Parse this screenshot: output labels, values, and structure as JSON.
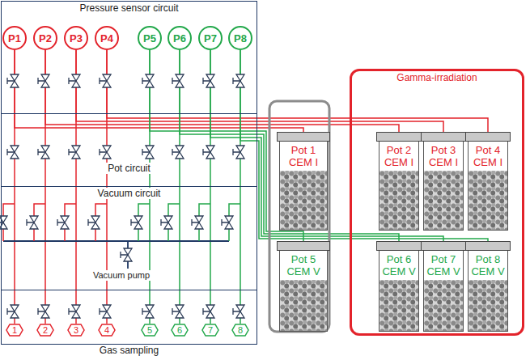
{
  "diagram": {
    "nodes": [
      {
        "text": [
          "Pressure sensor circuit"
        ]
      },
      {
        "text": [
          "P1"
        ],
        "in": 0
      },
      {
        "text": [
          "P2"
        ],
        "in": 0
      },
      {
        "text": [
          "P3"
        ],
        "in": 0
      },
      {
        "text": [
          "P4"
        ],
        "in": 0
      },
      {
        "text": [
          "P5"
        ],
        "in": 0
      },
      {
        "text": [
          "P6"
        ],
        "in": 0
      },
      {
        "text": [
          "P7"
        ],
        "in": 0
      },
      {
        "text": [
          "P8"
        ],
        "in": 0
      },
      {
        "text": [
          "Pot circuit"
        ]
      },
      {
        "text": [
          "Vacuum circuit"
        ]
      },
      {
        "text": [
          "Gas sampling"
        ]
      },
      {
        "text": [
          "1"
        ],
        "in": 11
      },
      {
        "text": [
          "2"
        ],
        "in": 11
      },
      {
        "text": [
          "3"
        ],
        "in": 11
      },
      {
        "text": [
          "4"
        ],
        "in": 11
      },
      {
        "text": [
          "5"
        ],
        "in": 11
      },
      {
        "text": [
          "6"
        ],
        "in": 11
      },
      {
        "text": [
          "7"
        ],
        "in": 11
      },
      {
        "text": [
          "8"
        ],
        "in": 11
      },
      {
        "text": [
          "Pot 1",
          "CEM I"
        ]
      },
      {
        "text": [
          "Pot 5",
          "CEM V"
        ]
      },
      {
        "text": [
          "Gamma-irradiation"
        ]
      },
      {
        "text": [
          "Pot 2",
          "CEM I"
        ],
        "in": 22
      },
      {
        "text": [
          "Pot 3",
          "CEM I"
        ],
        "in": 22
      },
      {
        "text": [
          "Pot 4",
          "CEM I"
        ],
        "in": 22
      },
      {
        "text": [
          "Pot 6",
          "CEM V"
        ],
        "in": 22
      },
      {
        "text": [
          "Pot 7",
          "CEM V"
        ],
        "in": 22
      },
      {
        "text": [
          "Pot 8",
          "CEM V"
        ],
        "in": 22
      }
    ],
    "edges": [
      {
        "from": 1,
        "to": 12,
        "arrow": "none"
      },
      {
        "from": 2,
        "to": 13,
        "arrow": "none"
      },
      {
        "from": 3,
        "to": 14,
        "arrow": "none"
      },
      {
        "from": 4,
        "to": 15,
        "arrow": "none"
      },
      {
        "from": 5,
        "to": 16,
        "arrow": "none"
      },
      {
        "from": 6,
        "to": 17,
        "arrow": "none"
      },
      {
        "from": 7,
        "to": 18,
        "arrow": "none"
      },
      {
        "from": 8,
        "to": 19,
        "arrow": "none"
      },
      {
        "from": 1,
        "to": 20,
        "arrow": "none"
      },
      {
        "from": 2,
        "to": 23,
        "arrow": "none"
      },
      {
        "from": 3,
        "to": 24,
        "arrow": "none"
      },
      {
        "from": 4,
        "to": 25,
        "arrow": "none"
      },
      {
        "from": 5,
        "to": 21,
        "arrow": "none"
      },
      {
        "from": 6,
        "to": 26,
        "arrow": "none"
      },
      {
        "from": 7,
        "to": 27,
        "arrow": "none"
      },
      {
        "from": 8,
        "to": 28,
        "arrow": "none"
      }
    ],
    "labels": [
      "Vacuum pump"
    ]
  }
}
